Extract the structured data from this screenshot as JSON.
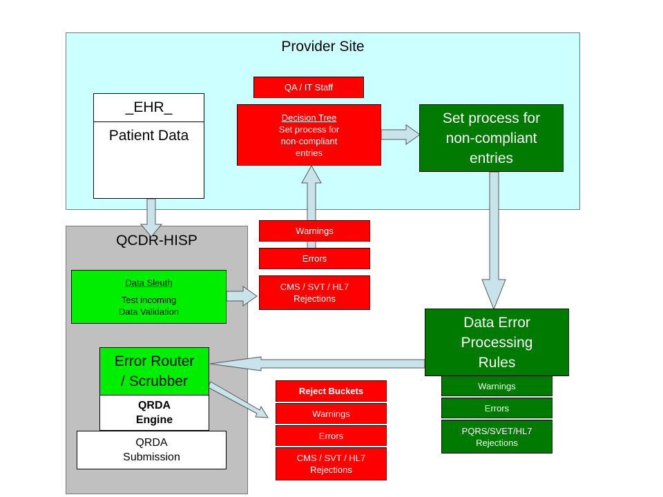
{
  "provider_site": {
    "title": "Provider Site",
    "ehr": {
      "header": "_EHR_",
      "body": "Patient Data"
    },
    "qa_staff": "QA / IT Staff",
    "decision_tree": {
      "title": "Decision Tree",
      "line1": "Set process for",
      "line2": "non-compliant",
      "line3": "entries"
    },
    "set_process": {
      "line1": "Set process for",
      "line2": "non-compliant",
      "line3": "entries"
    }
  },
  "hisp": {
    "title": "QCDR-HISP",
    "data_sleuth": {
      "title": "Data Sleuth",
      "line1": "Test incoming",
      "line2": "Data Validation"
    },
    "error_router": {
      "line1": "Error Router",
      "line2": "/ Scrubber"
    },
    "qrda_engine": {
      "line1": "QRDA",
      "line2": "Engine"
    },
    "qrda_submission": {
      "line1": "QRDA",
      "line2": "Submission"
    }
  },
  "middle_stack": {
    "warnings": "Warnings",
    "errors": "Errors",
    "rejections_line1": "CMS / SVT / HL7",
    "rejections_line2": "Rejections"
  },
  "reject_buckets": {
    "title": "Reject Buckets",
    "warnings": "Warnings",
    "errors": "Errors",
    "rejections_line1": "CMS / SVT / HL7",
    "rejections_line2": "Rejections"
  },
  "processing_rules": {
    "line1": "Data Error",
    "line2": "Processing",
    "line3": "Rules",
    "warnings": "Warnings",
    "errors": "Errors",
    "rejections_line1": "PQRS/SVET/HL7",
    "rejections_line2": "Rejections"
  },
  "colors": {
    "provider_bg": "#ccffff",
    "hisp_bg": "#c0c0c0",
    "red": "#ff0000",
    "dark_green": "#007a00",
    "light_green": "#00ee00",
    "arrow_fill": "#c9e3ea"
  }
}
